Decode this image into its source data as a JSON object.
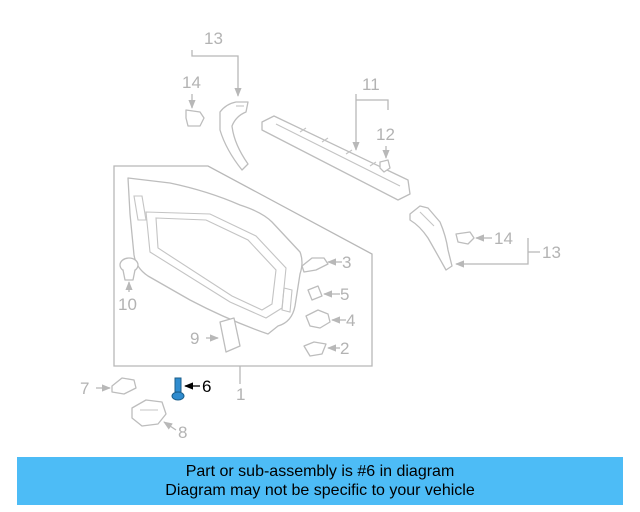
{
  "callouts": {
    "c1": "1",
    "c2": "2",
    "c3": "3",
    "c4": "4",
    "c5": "5",
    "c6": "6",
    "c7": "7",
    "c8": "8",
    "c9": "9",
    "c10": "10",
    "c11": "11",
    "c12": "12",
    "c13_top": "13",
    "c13_right": "13",
    "c14_top": "14",
    "c14_right": "14"
  },
  "highlight_part": "6",
  "colors": {
    "banner": "#4dbcf6",
    "callout": "#b3b3b3",
    "highlight": "#000000",
    "highlight_part_fill": "#2f8ccf"
  },
  "banner": {
    "line1": "Part or sub-assembly is #6 in diagram",
    "line2": "Diagram may not be specific to your vehicle"
  }
}
